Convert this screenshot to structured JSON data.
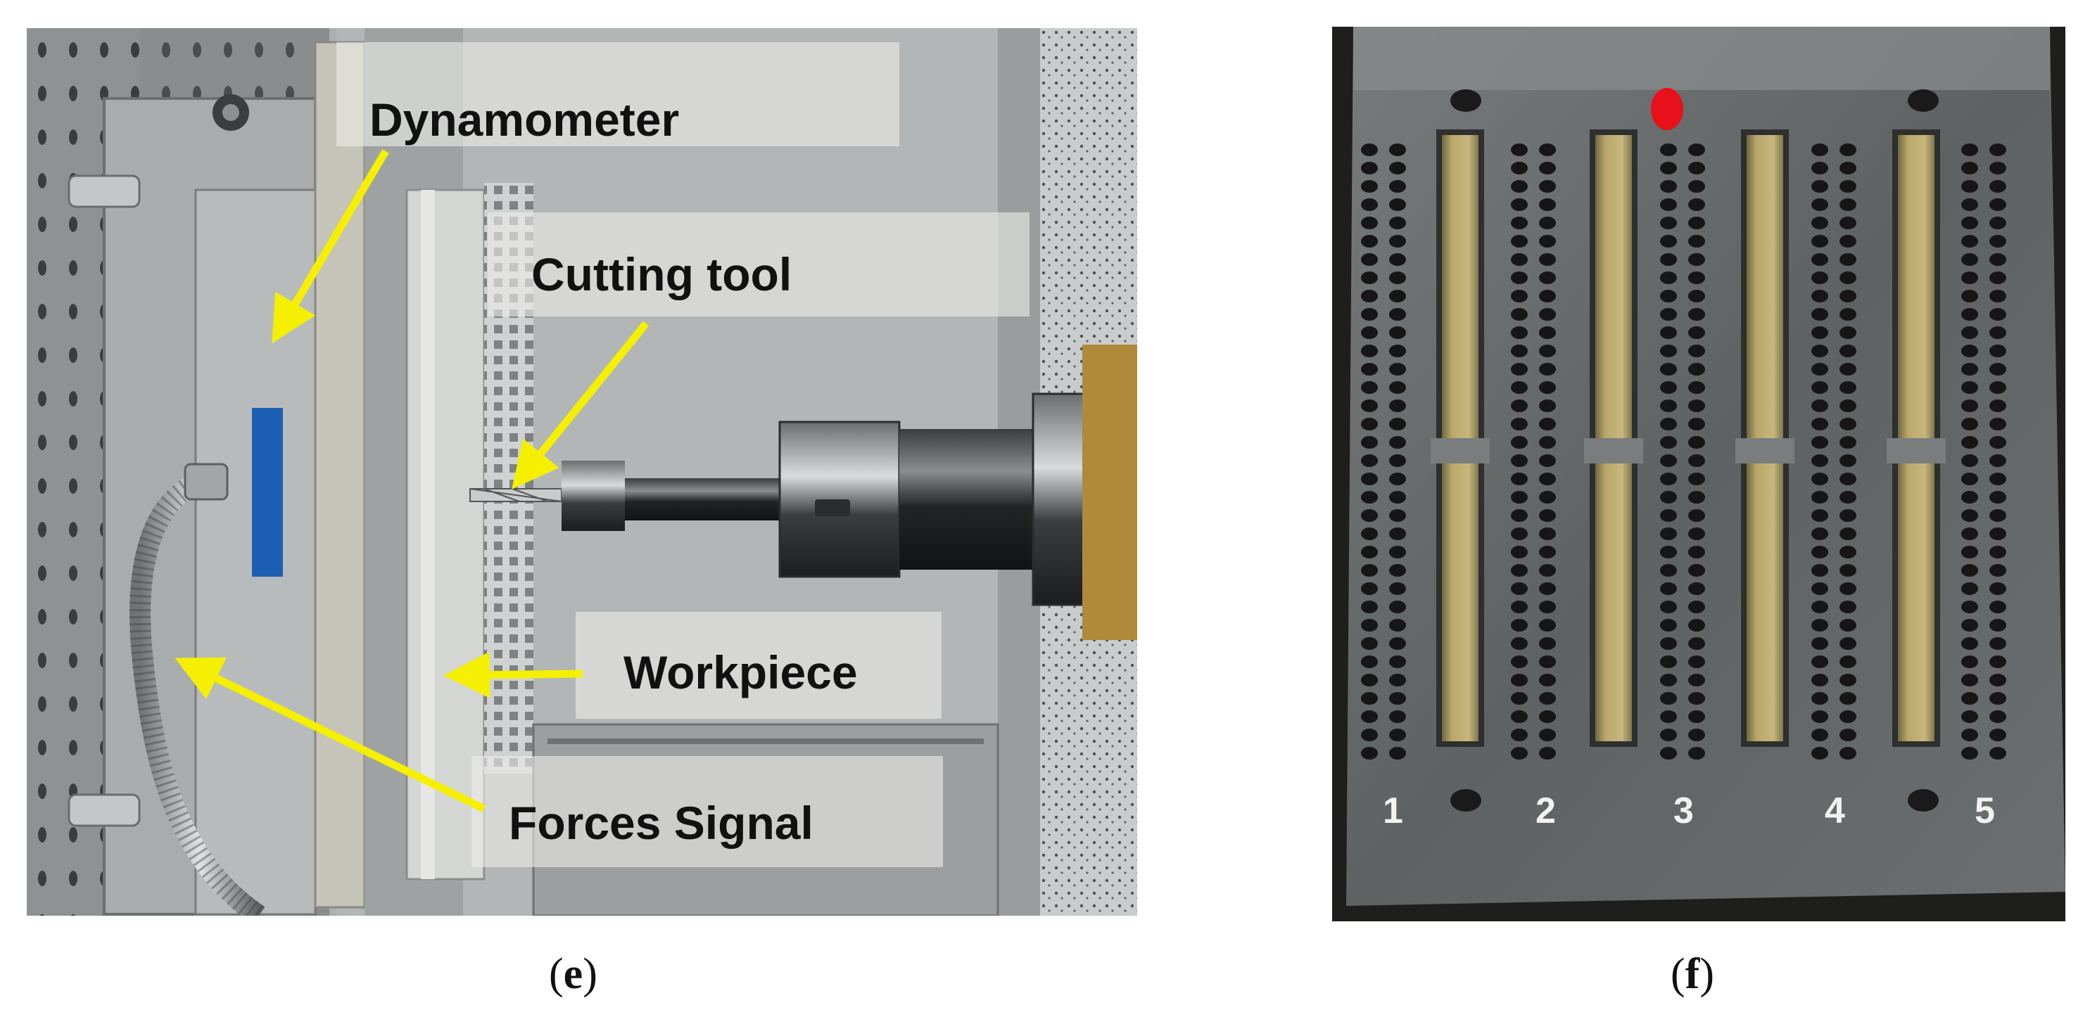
{
  "panels": {
    "e": {
      "caption_letter": "e",
      "labels": {
        "dynamometer": "Dynamometer",
        "cutting_tool": "Cutting tool",
        "workpiece": "Workpiece",
        "forces_signal": "Forces Signal"
      },
      "arrow_color": "#f4f000"
    },
    "f": {
      "caption_letter": "f",
      "column_numbers": [
        "1",
        "2",
        "3",
        "4",
        "5"
      ],
      "marker_color": "#e8101a"
    }
  }
}
